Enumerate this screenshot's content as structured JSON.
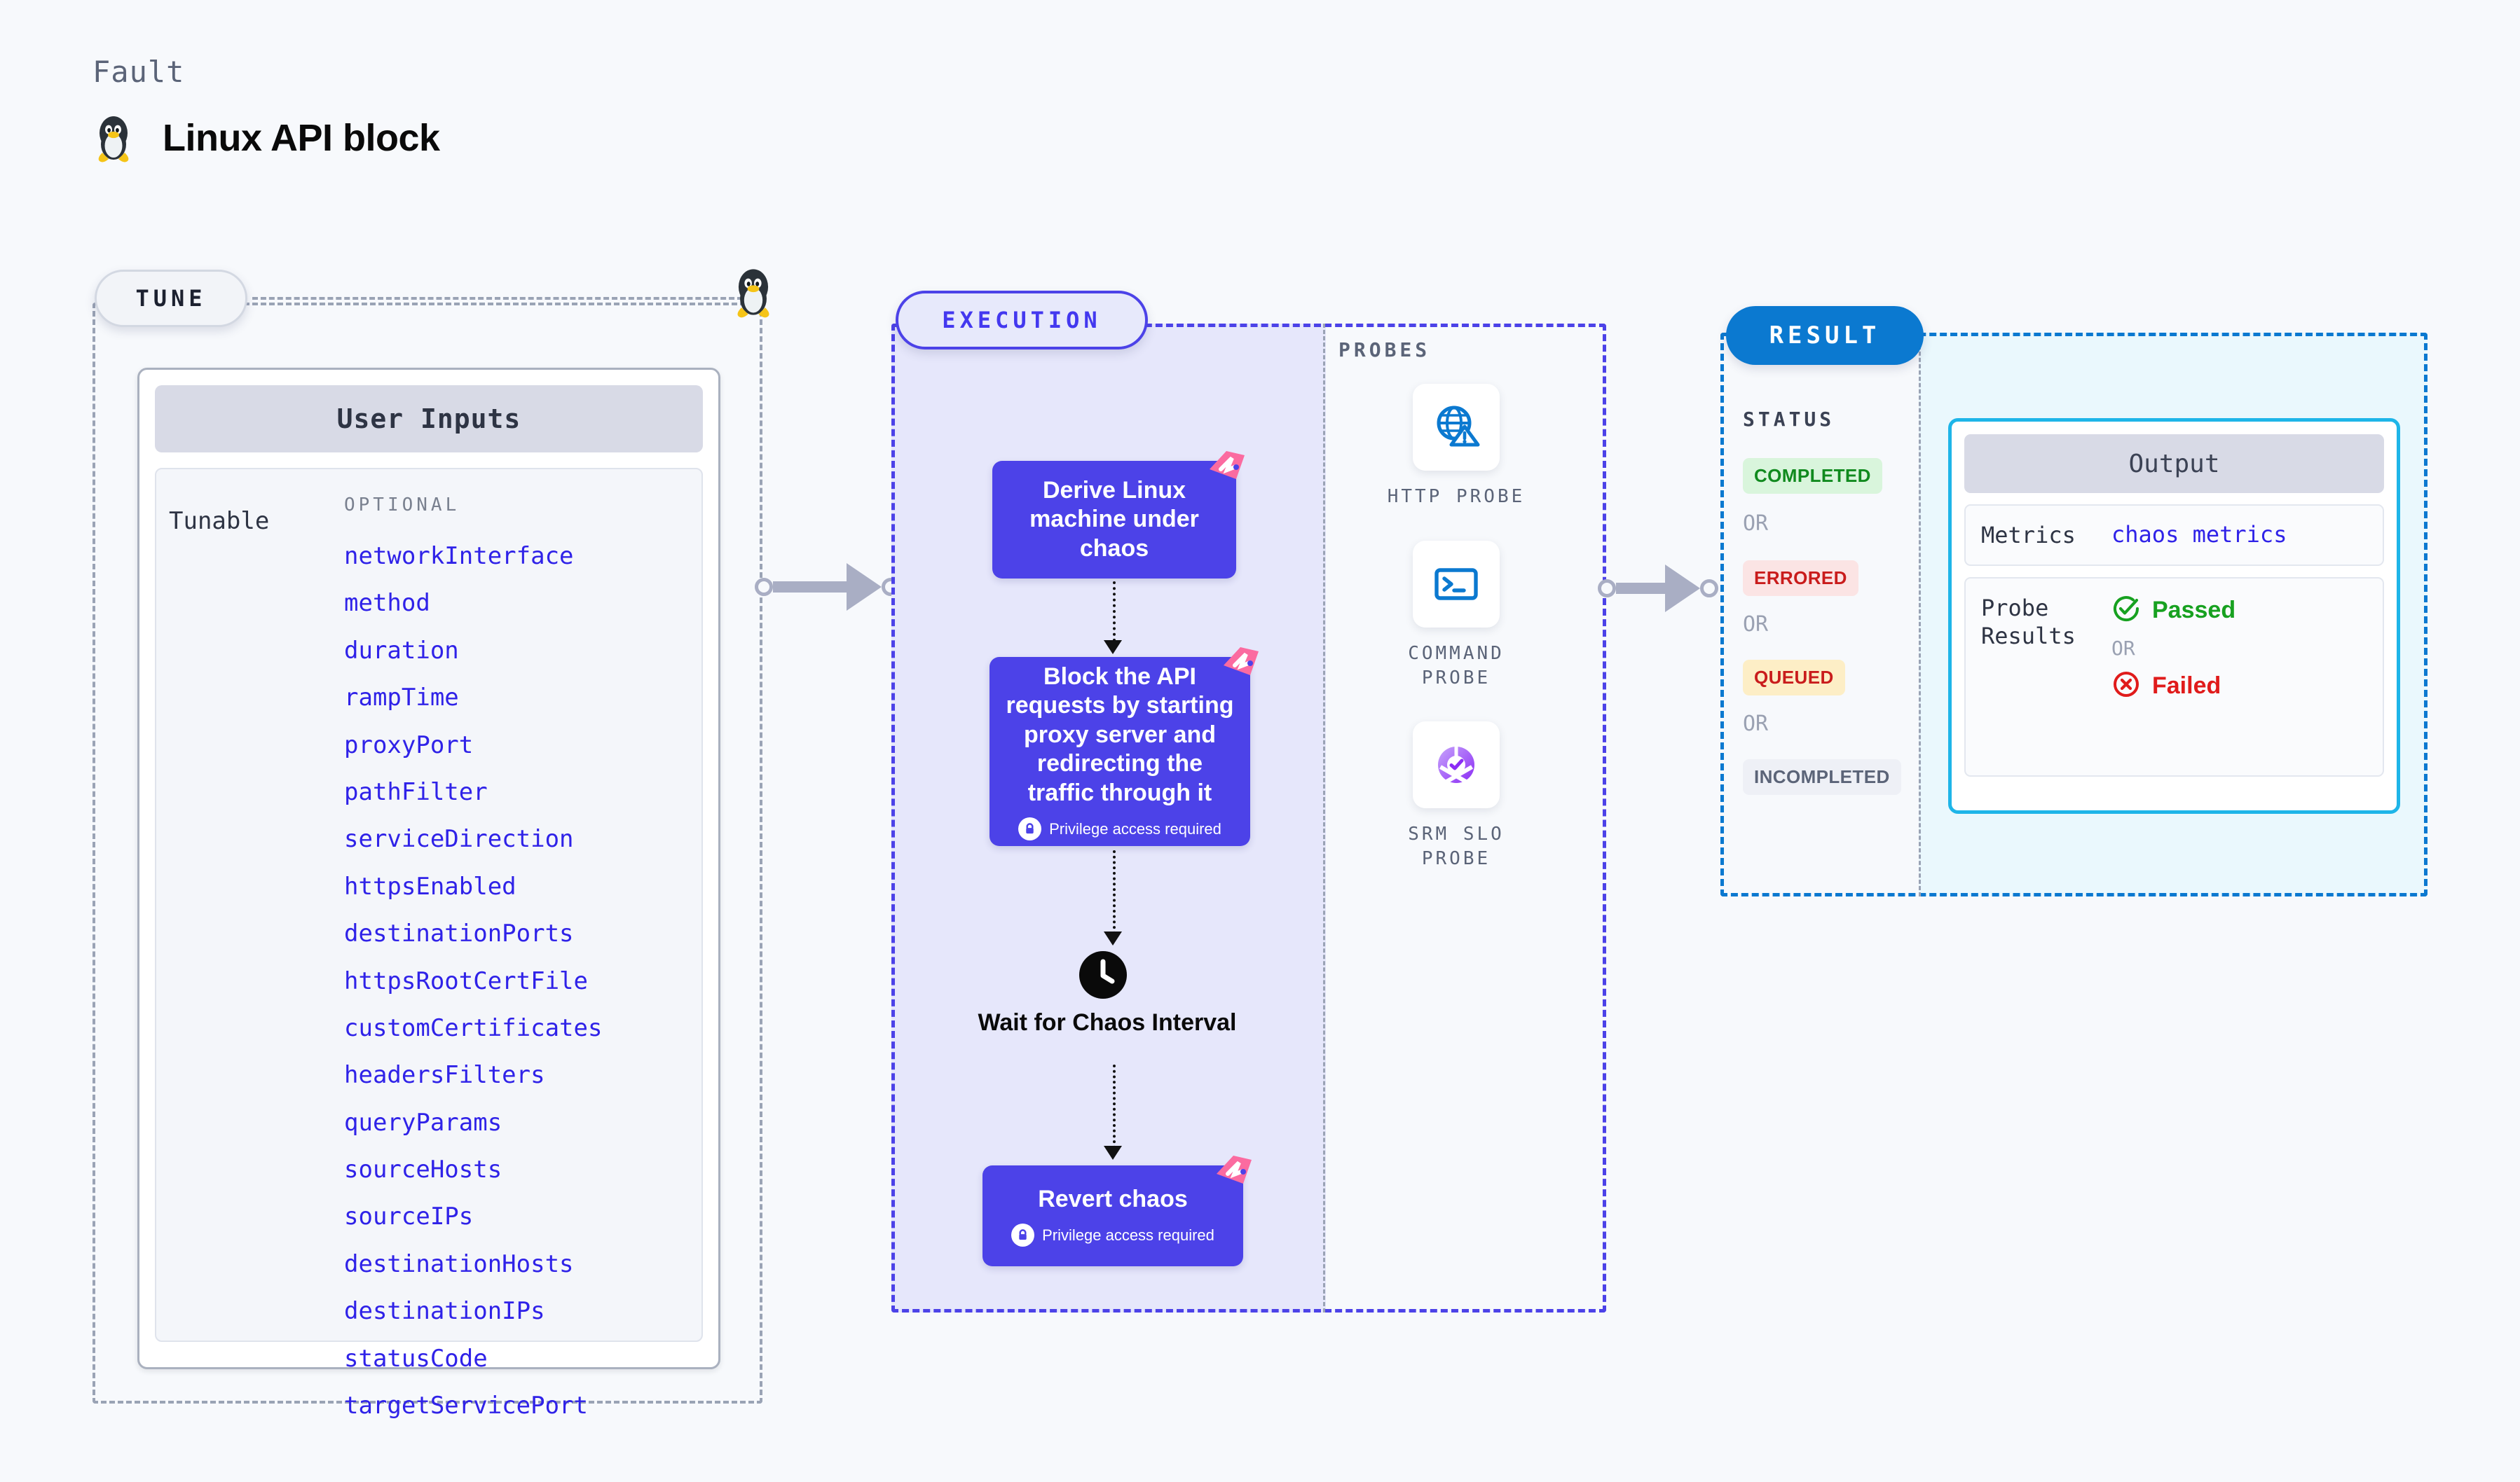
{
  "header": {
    "kicker": "Fault",
    "title": "Linux API block",
    "icon": "linux-penguin-icon"
  },
  "tune": {
    "pill_label": "TUNE",
    "card_title": "User Inputs",
    "row_label": "Tunable",
    "optional_label": "OPTIONAL",
    "parameters": [
      "networkInterface",
      "method",
      "duration",
      "rampTime",
      "proxyPort",
      "pathFilter",
      "serviceDirection",
      "httpsEnabled",
      "destinationPorts",
      "httpsRootCertFile",
      "customCertificates",
      "headersFilters",
      "queryParams",
      "sourceHosts",
      "sourceIPs",
      "destinationHosts",
      "destinationIPs",
      "statusCode",
      "targetServicePort"
    ]
  },
  "execution": {
    "pill_label": "EXECUTION",
    "nodes": [
      {
        "title": "Derive Linux machine under chaos",
        "privilege": null
      },
      {
        "title": "Block the API requests by starting proxy server and redirecting the traffic through it",
        "privilege": "Privilege access required"
      },
      {
        "title": "Revert chaos",
        "privilege": "Privilege access required"
      }
    ],
    "wait_step": {
      "icon": "clock-icon",
      "label": "Wait for Chaos Interval"
    },
    "probes": {
      "section_label": "PROBES",
      "items": [
        {
          "label": "HTTP PROBE",
          "icon": "globe-warning-icon"
        },
        {
          "label": "COMMAND PROBE",
          "icon": "terminal-icon"
        },
        {
          "label": "SRM SLO PROBE",
          "icon": "slo-donut-check-icon"
        }
      ]
    }
  },
  "result": {
    "pill_label": "RESULT",
    "status_label": "STATUS",
    "or_label": "OR",
    "statuses": [
      {
        "label": "COMPLETED",
        "bg": "#d9f5dc",
        "fg": "#108a1e"
      },
      {
        "label": "ERRORED",
        "bg": "#fbe4e4",
        "fg": "#c91c1c"
      },
      {
        "label": "QUEUED",
        "bg": "#fdeec6",
        "fg": "#c91c1c"
      },
      {
        "label": "INCOMPLETED",
        "bg": "#eef0f6",
        "fg": "#5b6478"
      }
    ],
    "output": {
      "title": "Output",
      "metrics_key": "Metrics",
      "metrics_value": "chaos metrics",
      "probe_results_key": "Probe Results",
      "passed_label": "Passed",
      "failed_label": "Failed",
      "or_label": "OR"
    }
  },
  "colors": {
    "accent_indigo": "#4c42e8",
    "accent_blue": "#0b79d0",
    "accent_cyan": "#1eb5e8",
    "param_blue": "#2f22e8",
    "pink_badge": "#fb6ba0",
    "page_bg": "#f7f9fc"
  }
}
